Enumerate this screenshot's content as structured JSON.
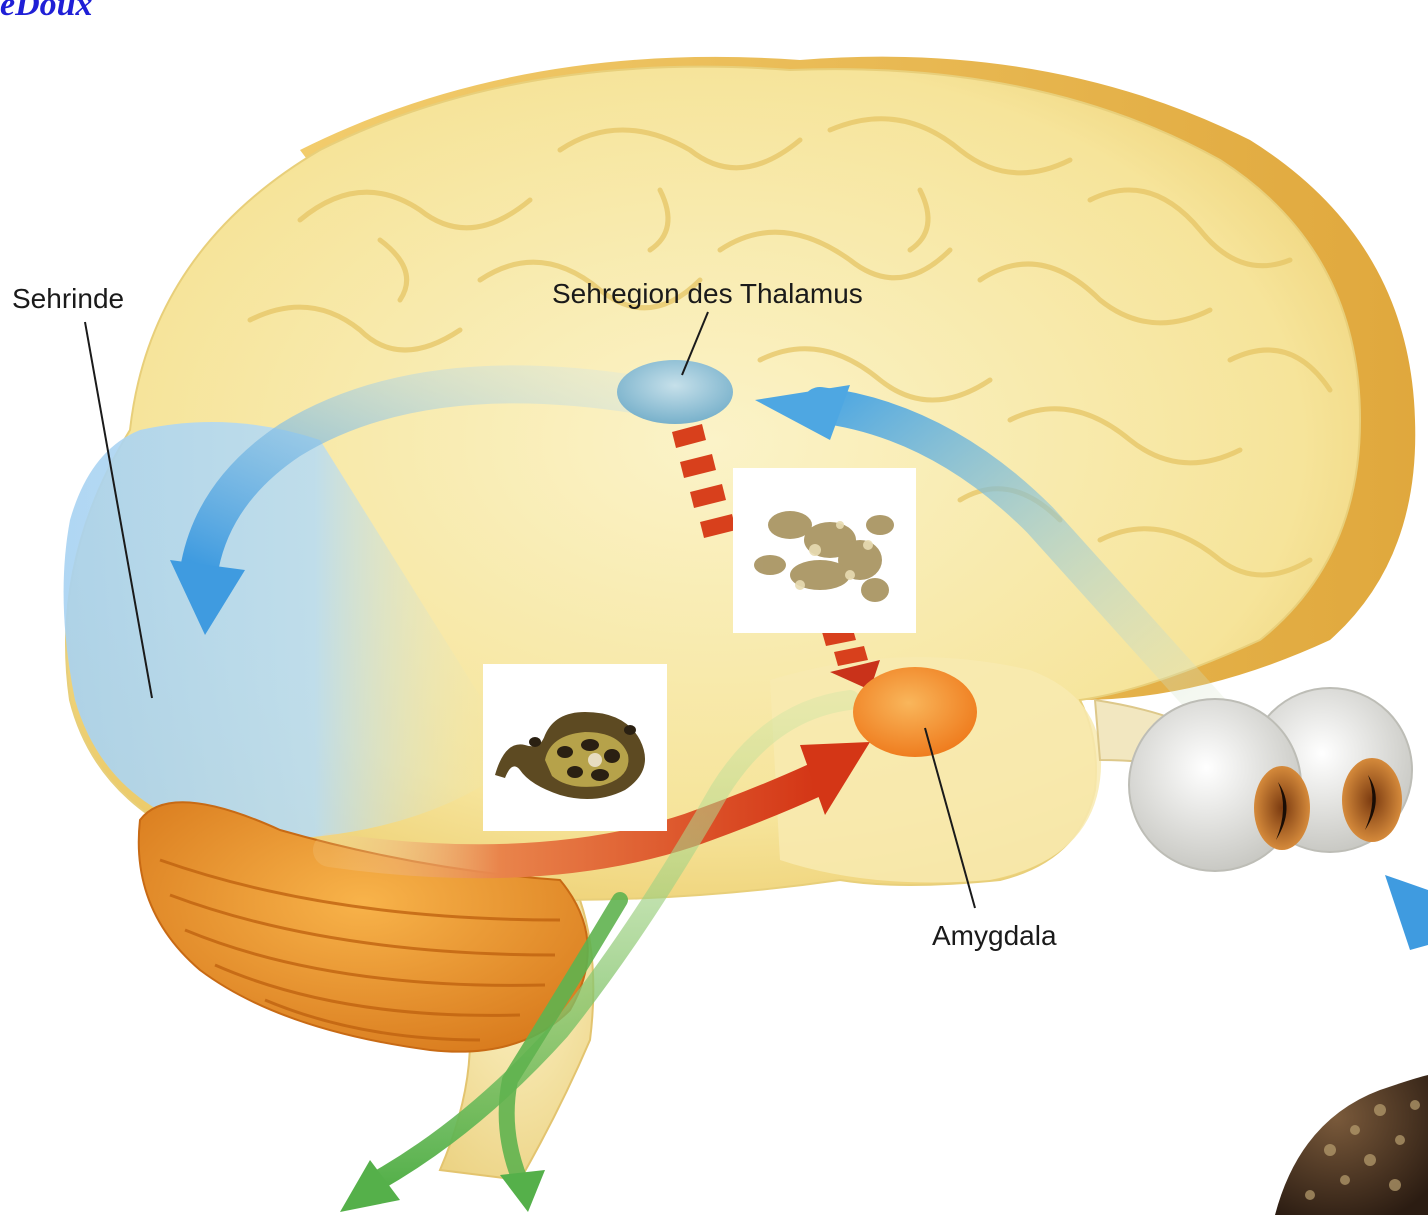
{
  "credit": "eDoux",
  "labels": {
    "visual_cortex": "Sehrinde",
    "thalamus": "Sehregion des Thalamus",
    "amygdala": "Amygdala"
  },
  "colors": {
    "brain": "#f7e9a3",
    "cortex_path": "#8cc7ee",
    "fast_path": "#d8401c",
    "output_path": "#6fbf5a",
    "amygdala": "#f19236",
    "thalamus": "#8ab9cf"
  }
}
